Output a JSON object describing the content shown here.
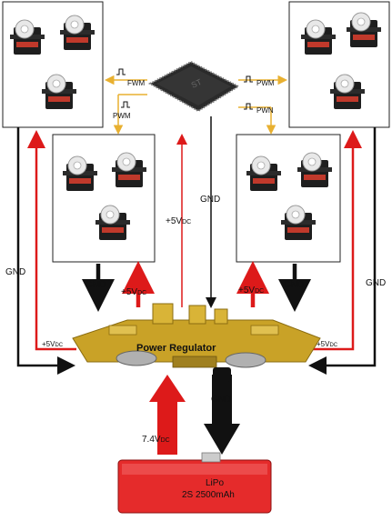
{
  "labels": {
    "pwm": "PWM",
    "fwm": "FWM",
    "pwn": "PWN",
    "gnd": "GND",
    "plus5v": "+5V",
    "dc": "DC",
    "plus7_4v": "7.4V",
    "regulator": "Power Regulator",
    "battery_line1": "LiPo",
    "battery_line2": "2S 2500mAh"
  },
  "colors": {
    "ground_wire": "#111111",
    "power_wire": "#dd1a1a",
    "signal_wire": "#e8b030",
    "regulator": "#c9a227",
    "chip": "#2a2a2a",
    "servo_body": "#1e1e1e",
    "servo_label": "#c0392b",
    "battery": "#e52b2b"
  },
  "icons": {
    "servo": "servo-motor-icon",
    "chip": "microcontroller-chip-icon",
    "regulator": "power-regulator-board-icon",
    "battery": "lipo-battery-icon",
    "pwm_wave": "square-wave-icon"
  }
}
